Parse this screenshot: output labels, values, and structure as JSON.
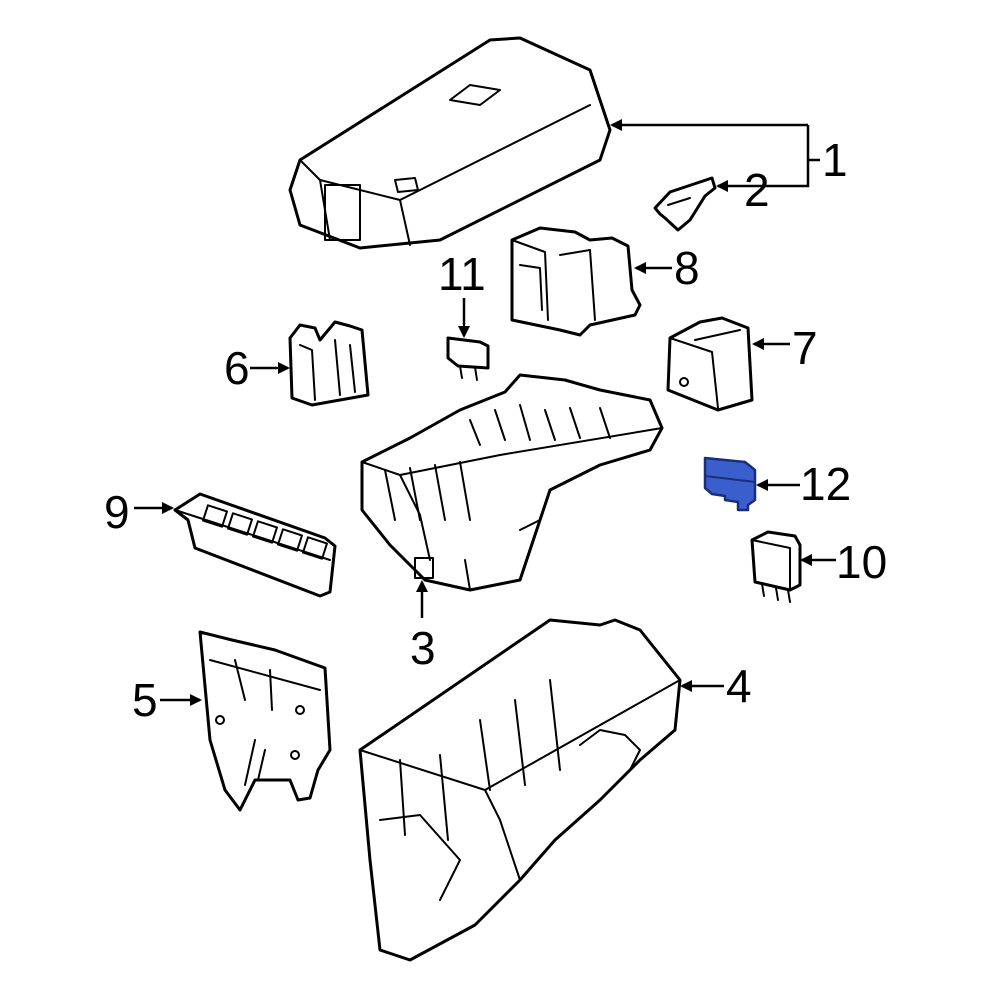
{
  "colors": {
    "line": "#000000",
    "background": "#ffffff",
    "highlight_fill": "#3a5fcd",
    "highlight_stroke": "#1a2f7a"
  },
  "highlighted_part": "12",
  "callouts": [
    {
      "id": "c1",
      "label": "1"
    },
    {
      "id": "c2",
      "label": "2"
    },
    {
      "id": "c3",
      "label": "3"
    },
    {
      "id": "c4",
      "label": "4"
    },
    {
      "id": "c5",
      "label": "5"
    },
    {
      "id": "c6",
      "label": "6"
    },
    {
      "id": "c7",
      "label": "7"
    },
    {
      "id": "c8",
      "label": "8"
    },
    {
      "id": "c9",
      "label": "9"
    },
    {
      "id": "c10",
      "label": "10"
    },
    {
      "id": "c11",
      "label": "11"
    },
    {
      "id": "c12",
      "label": "12"
    }
  ]
}
